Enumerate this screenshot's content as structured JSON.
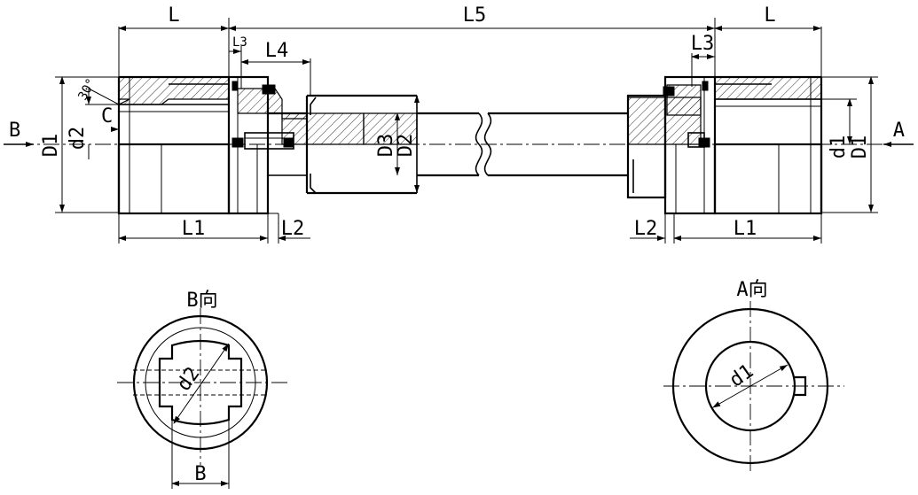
{
  "labels": {
    "L_left": "L",
    "L5": "L5",
    "L_right": "L",
    "L3_left": "L3",
    "L4": "L4",
    "L3_right": "L3",
    "angle": "30°",
    "C": "C",
    "B_arrow": "B",
    "A_arrow": "A",
    "D1_left": "D1",
    "d2_left": "d2",
    "D3": "D3",
    "D2": "D2",
    "d1_right": "d1",
    "D1_right": "D1",
    "L1_left": "L1",
    "L2_left": "L2",
    "L2_right": "L2",
    "L1_right": "L1",
    "view_B": "B向",
    "view_A": "A向",
    "d2_view": "d2",
    "B_view_dim": "B",
    "d1_view": "d1"
  }
}
